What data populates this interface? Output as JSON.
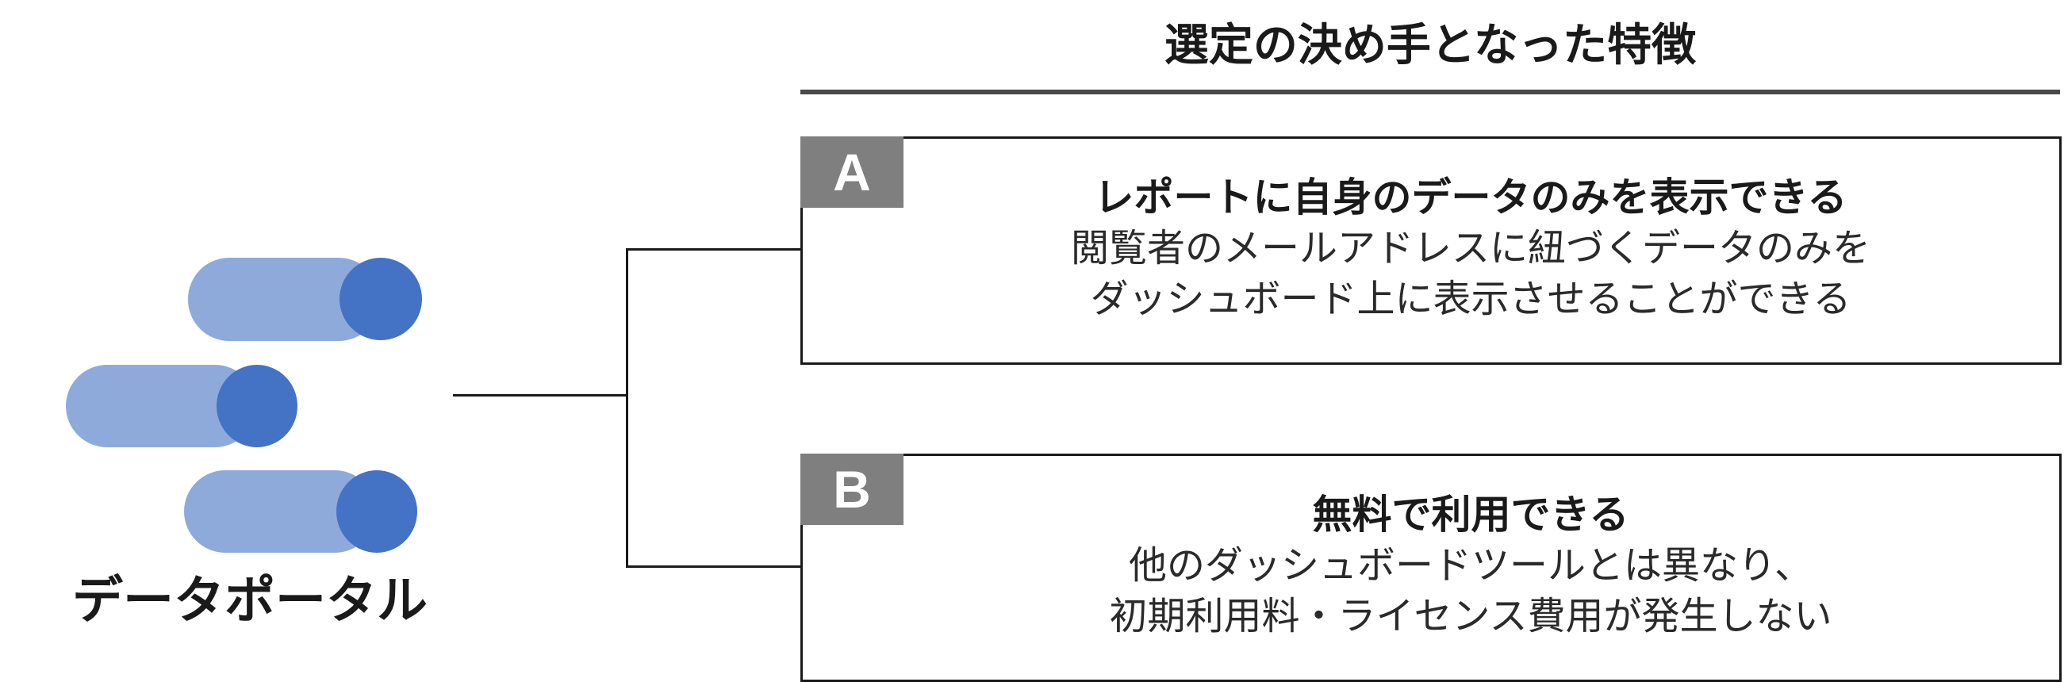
{
  "header": {
    "title": "選定の決め手となった特徴"
  },
  "tool": {
    "name": "データポータル",
    "logo_colors": {
      "body": "#8eaadb",
      "cap": "#4472c4"
    }
  },
  "features": [
    {
      "badge": "A",
      "heading": "レポートに自身のデータのみを表示できる",
      "lines": [
        "閲覧者のメールアドレスに紐づくデータのみを",
        "ダッシュボード上に表示させることができる"
      ]
    },
    {
      "badge": "B",
      "heading": "無料で利用できる",
      "lines": [
        "他のダッシュボードツールとは異なり、",
        "初期利用料・ライセンス費用が発生しない"
      ]
    }
  ]
}
